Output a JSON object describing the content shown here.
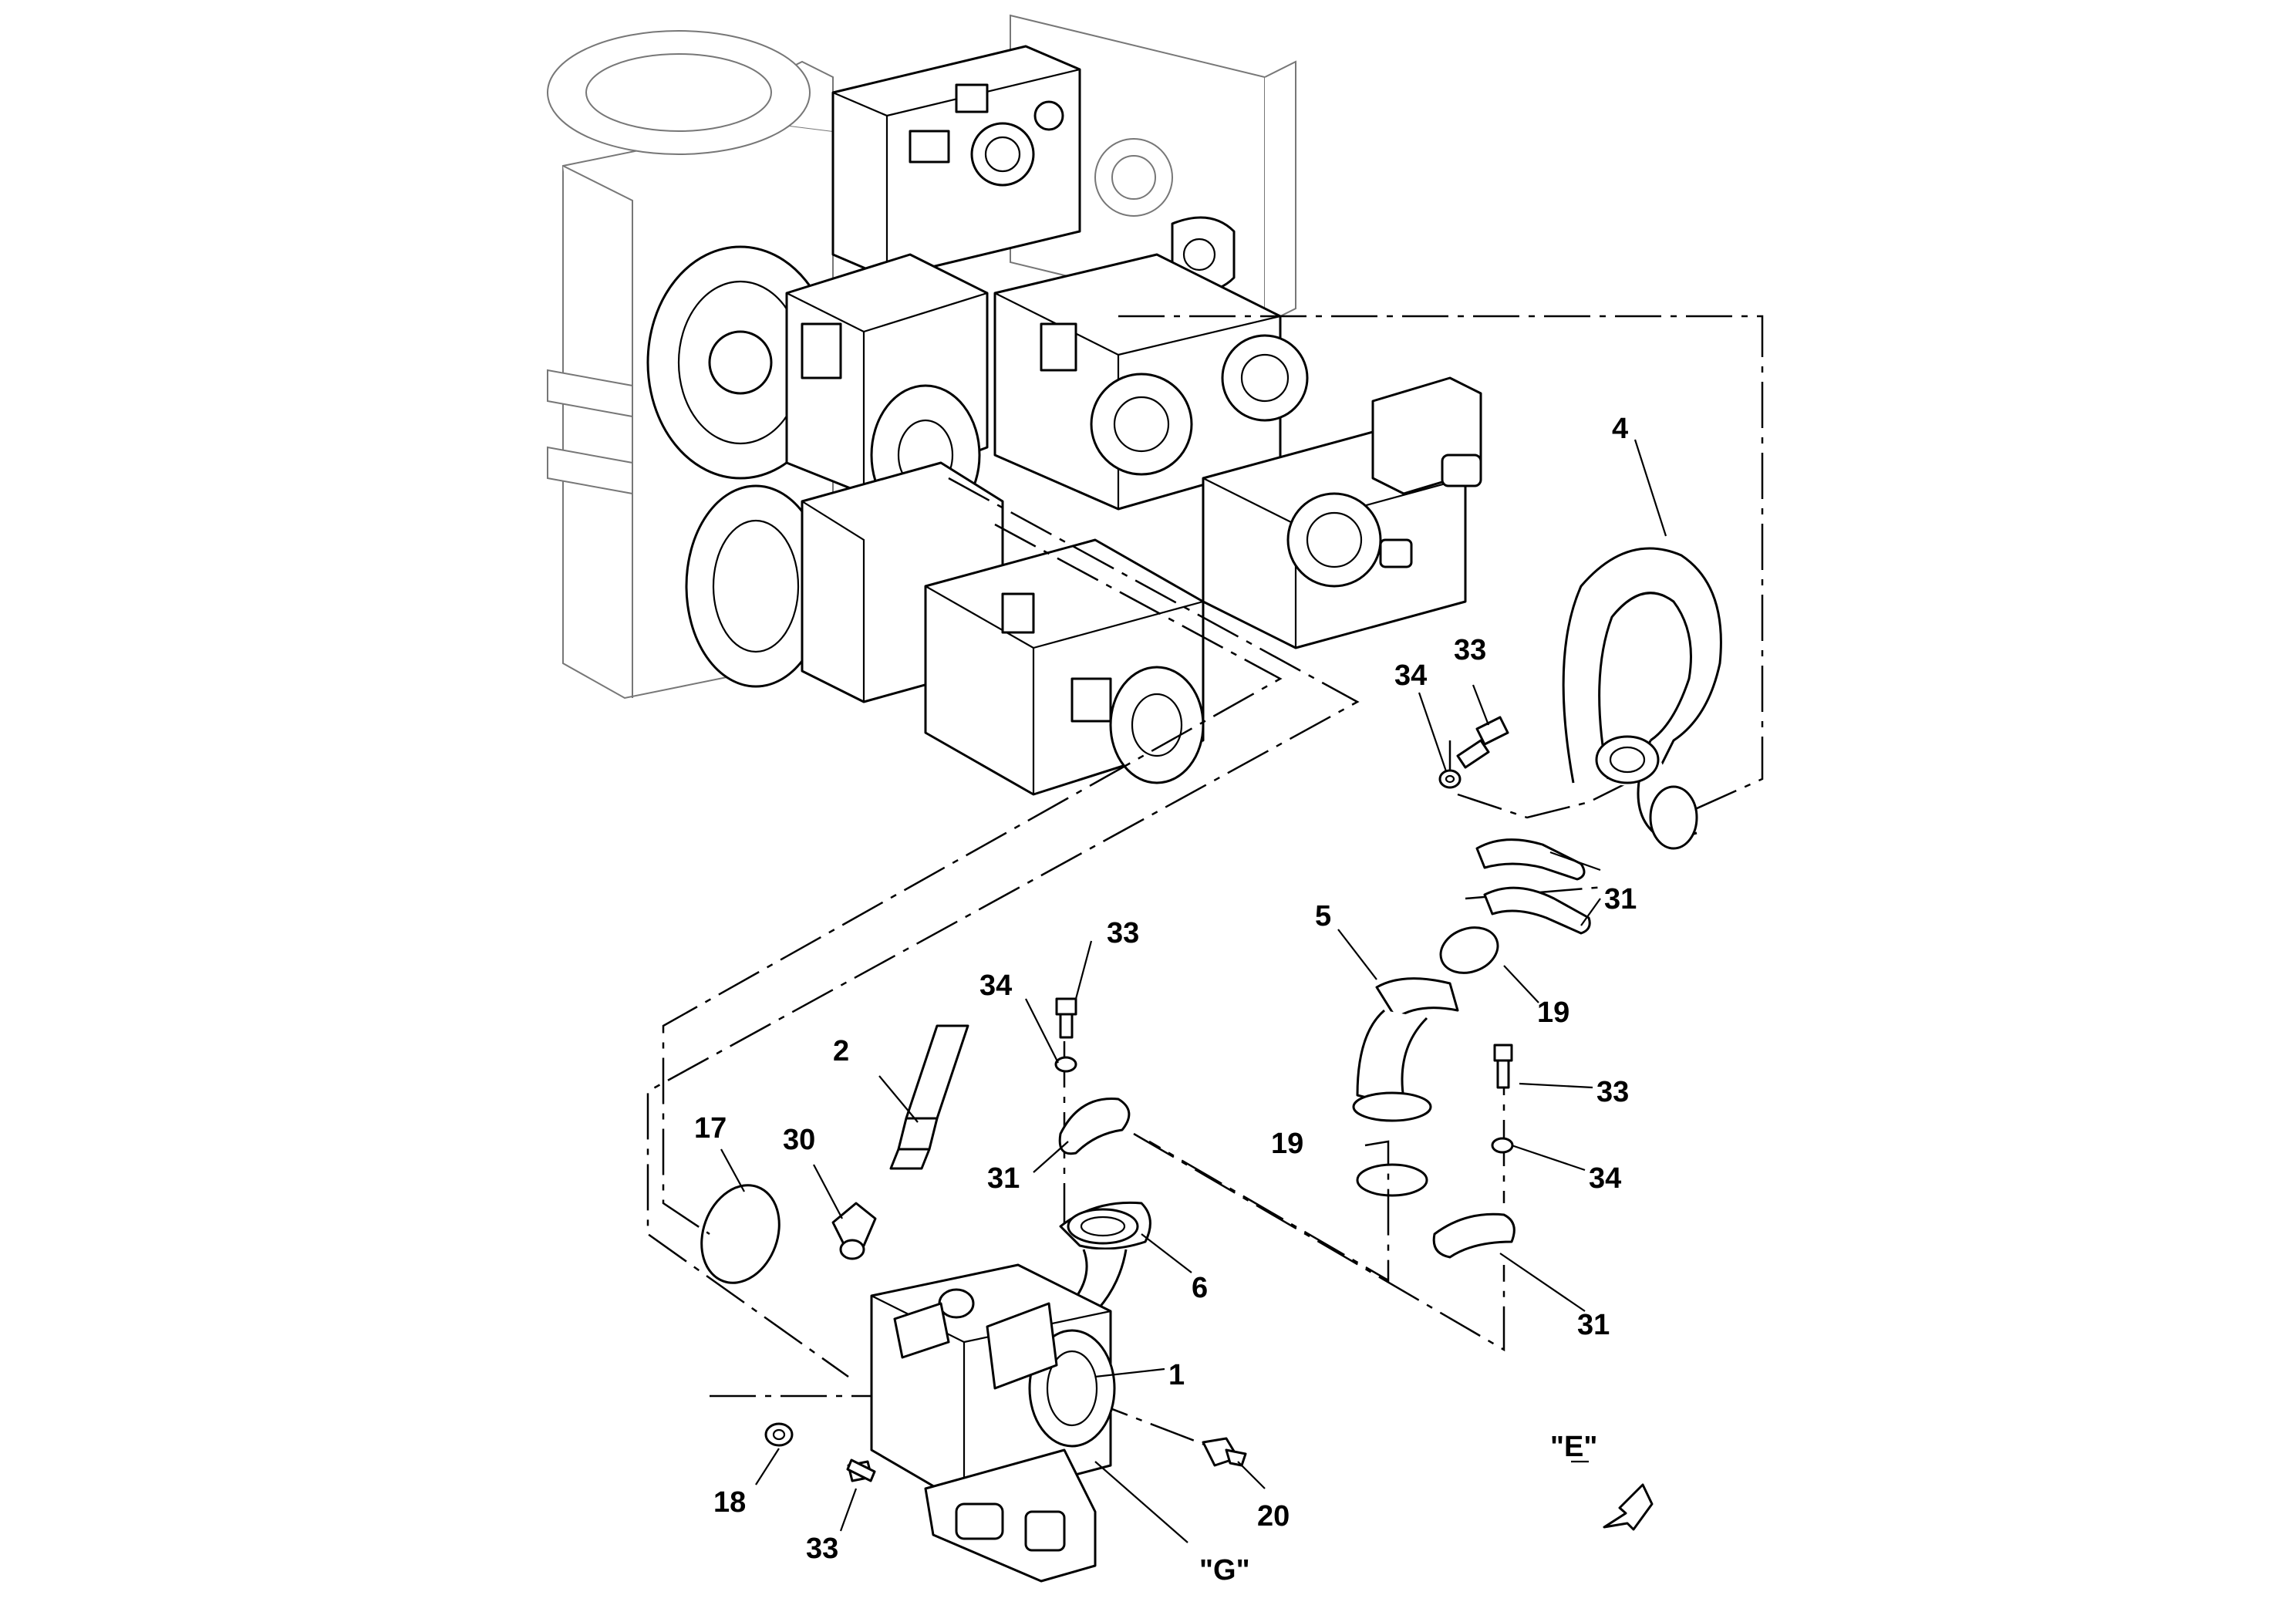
{
  "diagram": {
    "view_label": "\"E\"",
    "callouts": {
      "c1": "1",
      "c2": "2",
      "c4": "4",
      "c5": "5",
      "c6": "6",
      "c17": "17",
      "c18": "18",
      "c19a": "19",
      "c19b": "19",
      "c20": "20",
      "c30": "30",
      "c31a": "31",
      "c31b": "31",
      "c31c": "31",
      "c33a": "33",
      "c33b": "33",
      "c33c": "33",
      "c33d": "33",
      "c34a": "34",
      "c34b": "34",
      "c34c": "34",
      "cG": "\"G\""
    }
  }
}
